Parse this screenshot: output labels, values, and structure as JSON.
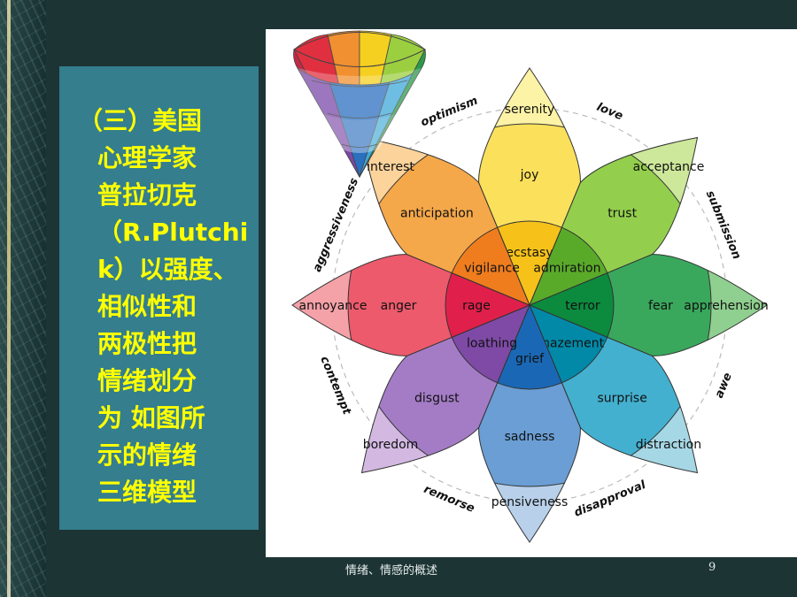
{
  "slide": {
    "title_lines": [
      "（三）美国",
      "心理学家",
      "普拉切克",
      "（R.Plutchi",
      "k）以强度、",
      "相似性和",
      "两极性把",
      "情绪划分",
      "为 如图所",
      "示的情绪",
      "三维模型"
    ],
    "footer": "情绪、情感的概述",
    "page_number": "9"
  },
  "wheel": {
    "petals": [
      {
        "inner": "ecstasy",
        "middle": "joy",
        "outer": "serenity",
        "colors": [
          "#f6c21a",
          "#fbe05c",
          "#fdf3a6"
        ]
      },
      {
        "inner": "admiration",
        "middle": "trust",
        "outer": "acceptance",
        "colors": [
          "#5aaa2a",
          "#93cf4d",
          "#cde89a"
        ]
      },
      {
        "inner": "terror",
        "middle": "fear",
        "outer": "apprehension",
        "colors": [
          "#0c8a3e",
          "#3aa85c",
          "#8fcf8f"
        ]
      },
      {
        "inner": "amazement",
        "middle": "surprise",
        "outer": "distraction",
        "colors": [
          "#0289a8",
          "#44b0cf",
          "#a6d7e5"
        ]
      },
      {
        "inner": "grief",
        "middle": "sadness",
        "outer": "pensiveness",
        "colors": [
          "#1a68b5",
          "#6a9ed4",
          "#b8d0ea"
        ]
      },
      {
        "inner": "loathing",
        "middle": "disgust",
        "outer": "boredom",
        "colors": [
          "#7e4aa6",
          "#a47cc6",
          "#d3b9e2"
        ]
      },
      {
        "inner": "rage",
        "middle": "anger",
        "outer": "annoyance",
        "colors": [
          "#e0204a",
          "#ec5a6c",
          "#f4a2a8"
        ]
      },
      {
        "inner": "vigilance",
        "middle": "anticipation",
        "outer": "interest",
        "colors": [
          "#ef7d1e",
          "#f5a84a",
          "#fbd39b"
        ]
      }
    ],
    "dyads": [
      "love",
      "submission",
      "awe",
      "disapproval",
      "remorse",
      "contempt",
      "aggressiveness",
      "optimism"
    ]
  }
}
